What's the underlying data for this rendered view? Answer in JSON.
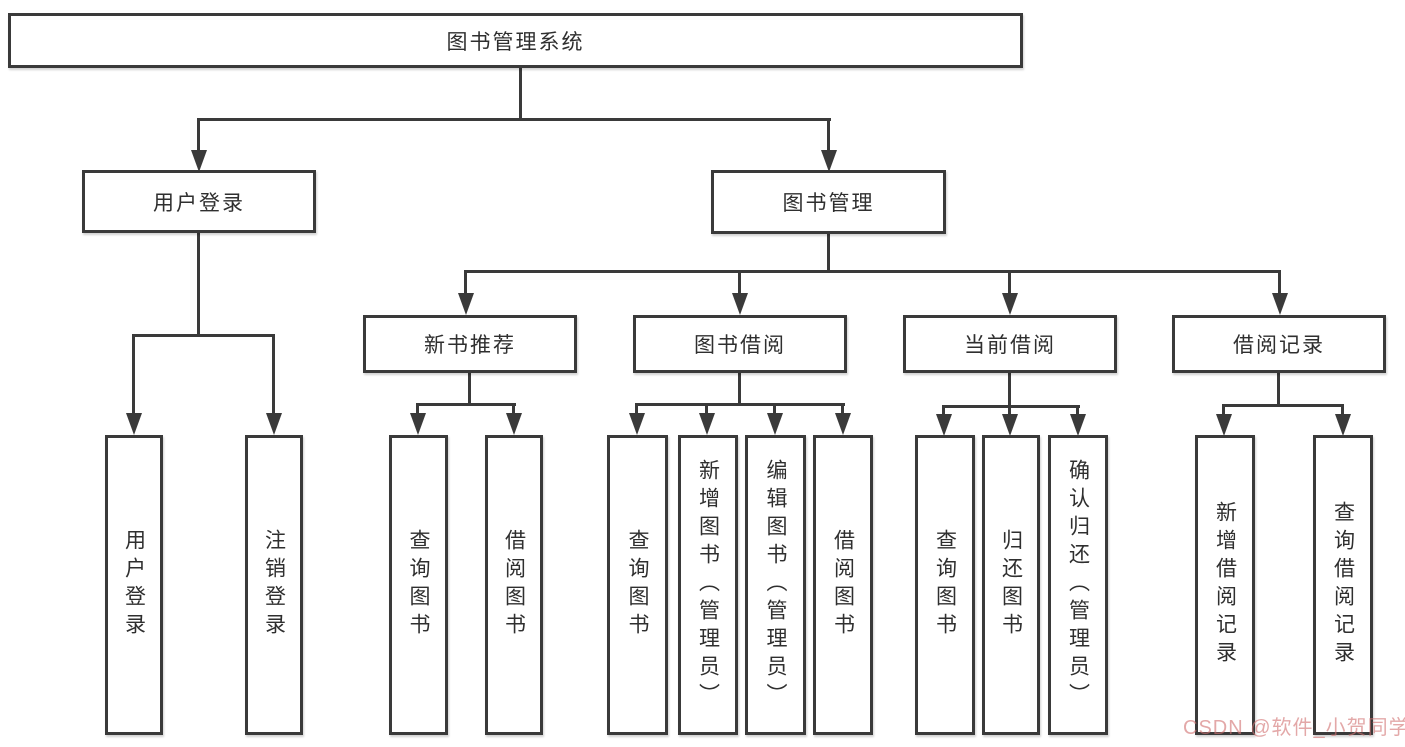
{
  "tree": {
    "root": {
      "label": "图书管理系统"
    },
    "branches": [
      {
        "label": "用户登录",
        "leaves": [
          "用户登录",
          "注销登录"
        ]
      },
      {
        "label": "图书管理",
        "sections": [
          {
            "label": "新书推荐",
            "leaves": [
              "查询图书",
              "借阅图书"
            ]
          },
          {
            "label": "图书借阅",
            "leaves": [
              "查询图书",
              "新增图书（管理员）",
              "编辑图书（管理员）",
              "借阅图书"
            ]
          },
          {
            "label": "当前借阅",
            "leaves": [
              "查询图书",
              "归还图书",
              "确认归还（管理员）"
            ]
          },
          {
            "label": "借阅记录",
            "leaves": [
              "新增借阅记录",
              "查询借阅记录"
            ]
          }
        ]
      }
    ]
  },
  "watermark": {
    "text": "CSDN @软件_小贺同学"
  },
  "colors": {
    "line": "#3a3a3a",
    "text": "#2f2f2f",
    "background": "#ffffff",
    "watermark": "#d27373"
  }
}
